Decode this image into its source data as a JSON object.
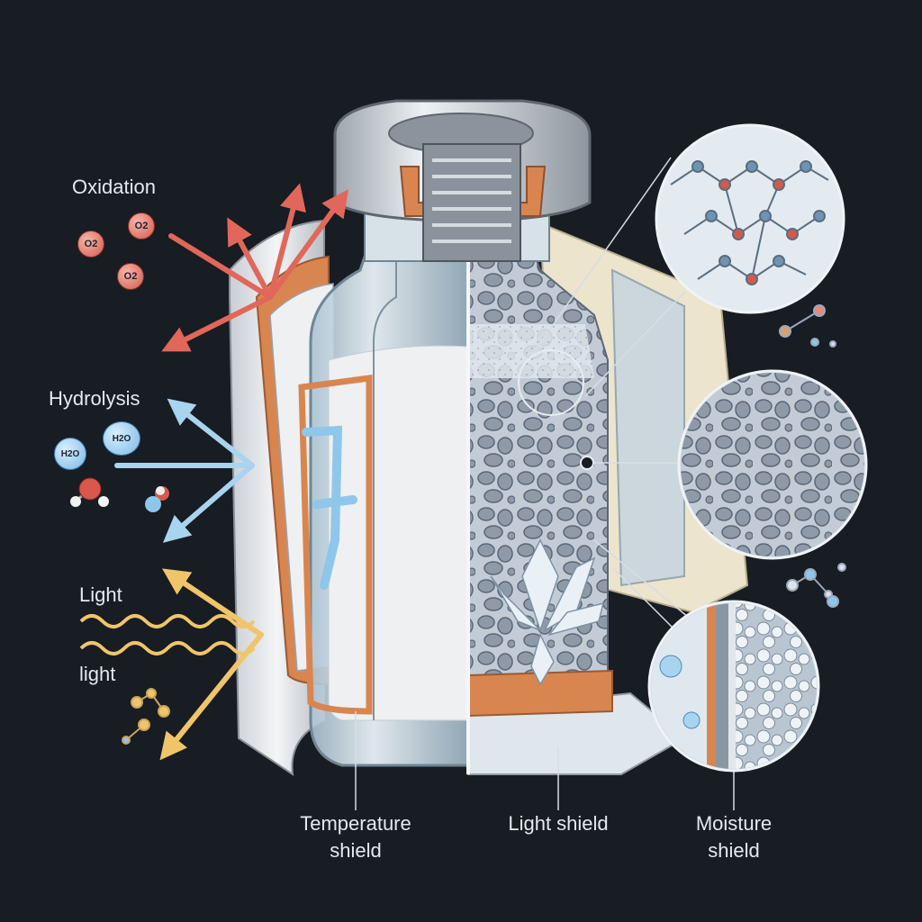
{
  "labels": {
    "oxidation": "Oxidation",
    "hydrolysis": "Hydrolysis",
    "light": "Light",
    "light_lower": "light",
    "temperature_shield": "Temperature\nshield",
    "light_shield": "Light shield",
    "moisture_shield": "Moisture\nshield"
  },
  "molecules": {
    "o2": [
      "O2",
      "O2",
      "O2"
    ],
    "h2o": [
      "H2O",
      "H2O"
    ]
  },
  "colors": {
    "background": "#181c23",
    "oxidation_arrow": "#e0675a",
    "hydrolysis_arrow": "#a8d4ef",
    "light_arrow": "#f0c56a",
    "orange_layer": "#d98550",
    "glass": "#cfe0ea",
    "cap": "#c9ced6",
    "powder": "#eef0f2",
    "cream_wrap": "#ece4cc"
  },
  "icons": [
    "oxygen-molecule-icon",
    "water-molecule-icon",
    "light-wave-icon",
    "zoom-lens-icon"
  ]
}
